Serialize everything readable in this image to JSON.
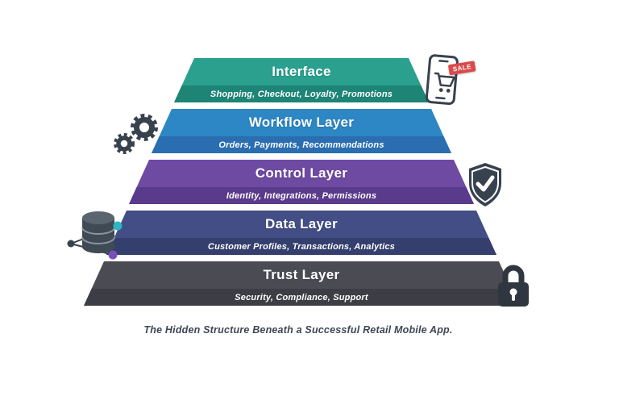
{
  "diagram": {
    "caption": "The Hidden Structure Beneath a Successful Retail Mobile App.",
    "sale_tag": "SALE",
    "layers": [
      {
        "title": "Interface",
        "subtitle": "Shopping, Checkout, Loyalty, Promotions",
        "color": "#2ba08e",
        "strip_color": "#1d8476"
      },
      {
        "title": "Workflow Layer",
        "subtitle": "Orders, Payments, Recommendations",
        "color": "#2d87c4",
        "strip_color": "#2a6db1"
      },
      {
        "title": "Control Layer",
        "subtitle": "Identity, Integrations, Permissions",
        "color": "#6f4aa3",
        "strip_color": "#5a3a8b"
      },
      {
        "title": "Data Layer",
        "subtitle": "Customer Profiles, Transactions, Analytics",
        "color": "#424e85",
        "strip_color": "#343f6d"
      },
      {
        "title": "Trust Layer",
        "subtitle": "Security, Compliance, Support",
        "color": "#4b4b54",
        "strip_color": "#3d3d45"
      }
    ],
    "icon_colors": {
      "outline": "#38424e",
      "teal_node": "#2fb5c4",
      "purple_node": "#7a4fb5",
      "red_tag": "#d94b4b"
    }
  }
}
